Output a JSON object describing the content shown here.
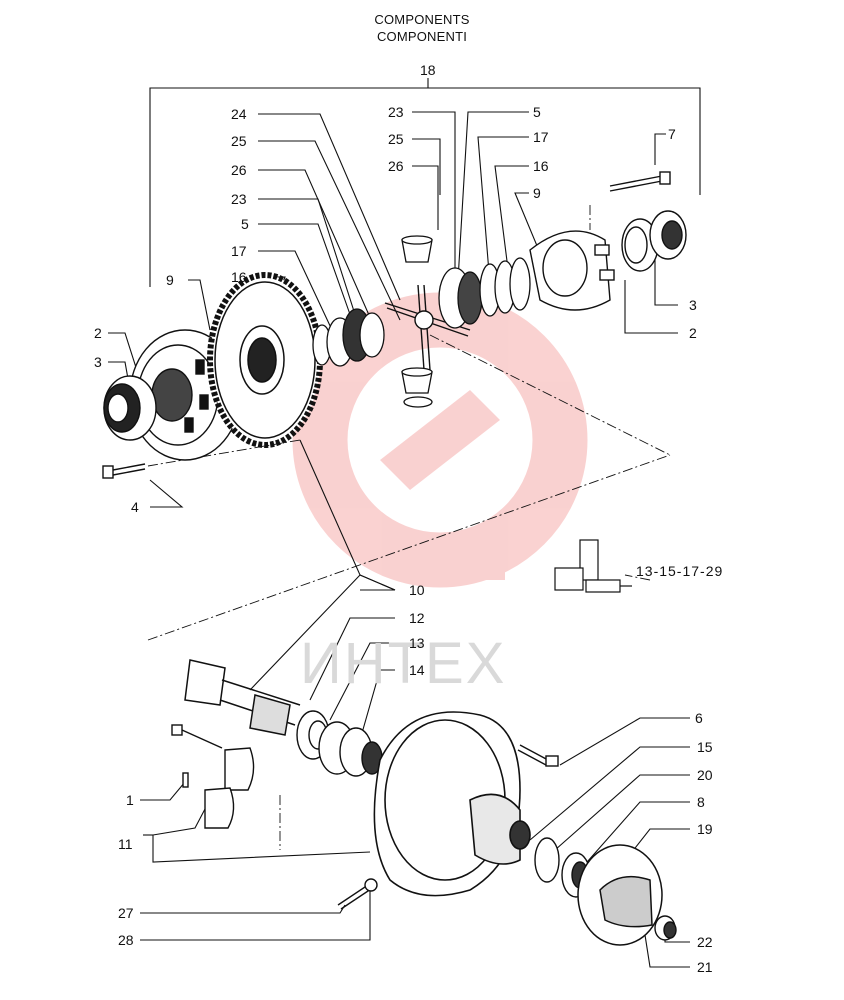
{
  "header": {
    "title_line1": "COMPONENTS",
    "title_line2": "COMPONENTI"
  },
  "watermark": {
    "text": "ИНТЕХ",
    "color": "#e8322c"
  },
  "callouts": {
    "c18": "18",
    "c24": "24",
    "c25a": "25",
    "c26a": "26",
    "c23a": "23",
    "c5a": "5",
    "c17a": "17",
    "c16a": "16",
    "c9a": "9",
    "c2a": "2",
    "c3a": "3",
    "c4": "4",
    "c23b": "23",
    "c25b": "25",
    "c26b": "26",
    "c5b": "5",
    "c17b": "17",
    "c16b": "16",
    "c9b": "9",
    "c7": "7",
    "c3b": "3",
    "c2b": "2",
    "sealants": "13-15-17-29",
    "c10": "10",
    "c12": "12",
    "c13": "13",
    "c14": "14",
    "c1": "1",
    "c11": "11",
    "c27": "27",
    "c28": "28",
    "c6": "6",
    "c15": "15",
    "c20": "20",
    "c8": "8",
    "c19": "19",
    "c22": "22",
    "c21": "21"
  }
}
